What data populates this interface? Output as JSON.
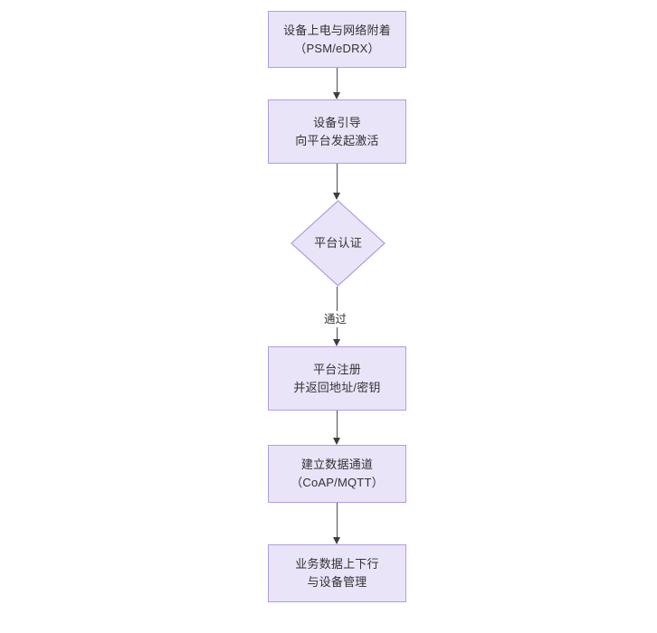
{
  "diagram": {
    "type": "flowchart",
    "orientation": "top-to-bottom",
    "background_color": "#ffffff",
    "node_fill_color": "#e9e4f8",
    "node_border_color": "#b39ddb",
    "node_text_color": "#333333",
    "edge_color": "#4d4d4d",
    "nodes": [
      {
        "id": "power-on",
        "shape": "rectangle",
        "line1": "设备上电与网络附着",
        "line2": "（PSM/eDRX）"
      },
      {
        "id": "bootstrap",
        "shape": "rectangle",
        "line1": "设备引导",
        "line2": "向平台发起激活"
      },
      {
        "id": "platform-auth",
        "shape": "diamond",
        "line1": "平台认证",
        "line2": ""
      },
      {
        "id": "platform-register",
        "shape": "rectangle",
        "line1": "平台注册",
        "line2": "并返回地址/密钥"
      },
      {
        "id": "data-channel",
        "shape": "rectangle",
        "line1": "建立数据通道",
        "line2": "（CoAP/MQTT）"
      },
      {
        "id": "service-data",
        "shape": "rectangle",
        "line1": "业务数据上下行",
        "line2": "与设备管理"
      }
    ],
    "edges": [
      {
        "id": "e1",
        "from": "power-on",
        "to": "bootstrap",
        "label": ""
      },
      {
        "id": "e2",
        "from": "bootstrap",
        "to": "platform-auth",
        "label": ""
      },
      {
        "id": "e3",
        "from": "platform-auth",
        "to": "platform-register",
        "label": "通过"
      },
      {
        "id": "e4",
        "from": "platform-register",
        "to": "data-channel",
        "label": ""
      },
      {
        "id": "e5",
        "from": "data-channel",
        "to": "service-data",
        "label": ""
      }
    ]
  }
}
